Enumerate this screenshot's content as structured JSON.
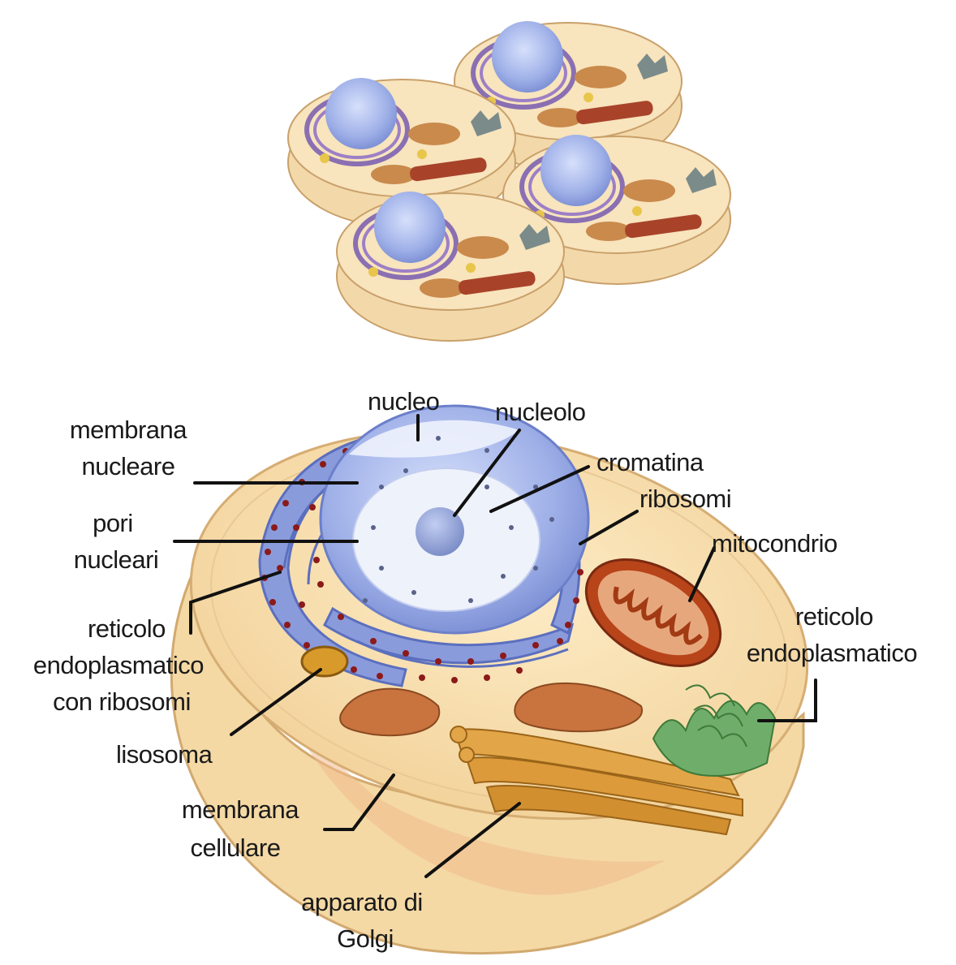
{
  "labels": {
    "nucleo": "nucleo",
    "nucleolo": "nucleolo",
    "membrana_nucleare": [
      "membrana",
      "nucleare"
    ],
    "cromatina": "cromatina",
    "ribosomi": "ribosomi",
    "pori_nucleari": [
      "pori",
      "nucleari"
    ],
    "mitocondrio": "mitocondrio",
    "reticolo_rugoso": [
      "reticolo",
      "endoplasmatico",
      "con ribosomi"
    ],
    "reticolo_liscio": [
      "reticolo",
      "endoplasmatico"
    ],
    "lisosoma": "lisosoma",
    "membrana_cellulare": [
      "membrana",
      "cellulare"
    ],
    "apparato_golgi": [
      "apparato di",
      "Golgi"
    ]
  },
  "colors": {
    "cytoplasm": "#f6ddb0",
    "cell_outline": "#d8b07a",
    "nucleus": "#a9b9ec",
    "nucleus_inner": "#e9eefb",
    "er": "#7d8fd8",
    "ribosome": "#8b1a1a",
    "mitochondrion": "#b8441a",
    "golgi": "#dc9a3a",
    "smooth_er": "#6fae6a",
    "lysosome": "#d89a2a"
  }
}
